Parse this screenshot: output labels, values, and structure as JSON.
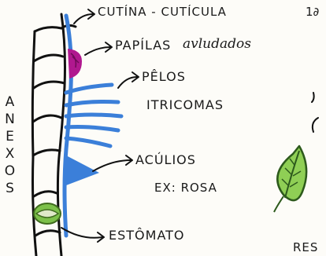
{
  "side_title_letters": [
    "A",
    "N",
    "E",
    "X",
    "O",
    "S"
  ],
  "labels": {
    "cutina": "CUTÍNA - CUTÍCULA",
    "cutina_tail": "1∂",
    "papilas_a": "PAPÍLAS",
    "papilas_b": "avludados",
    "pelos": "PÊLOS",
    "tricomas": "ITRICOMAS",
    "aculios": "ACÚLIOS",
    "ex_rosa": "EX: ROSA",
    "estomato": "ESTÔMATO",
    "bottom_partial": "RES"
  },
  "icons": {
    "leaf": "leaf-icon"
  },
  "colors": {
    "ink": "#1a1a1a",
    "cuticle_blue": "#3b7fd9",
    "papila_purple": "#b0188f",
    "stomata_green": "#7cc04a",
    "leaf_green": "#8fcf55",
    "leaf_outline": "#2d5a1c"
  }
}
